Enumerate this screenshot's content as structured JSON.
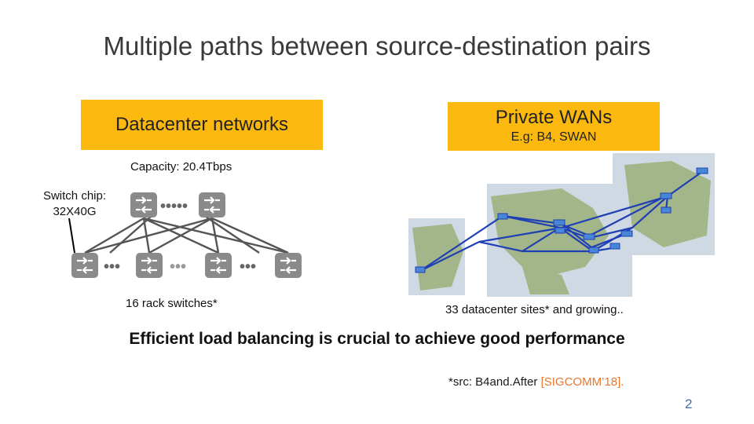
{
  "slide": {
    "title": "Multiple paths between source-destination pairs",
    "headline": "Efficient load balancing is crucial to achieve good performance",
    "page_number": "2"
  },
  "datacenter": {
    "box_label": "Datacenter networks",
    "capacity": "Capacity: 20.4Tbps",
    "switch_chip_line1": "Switch chip:",
    "switch_chip_line2": "32X40G",
    "rack_switches": "16 rack switches*",
    "dots_top": "•••••",
    "dots_bottom": [
      "•••",
      "•••",
      "•••"
    ]
  },
  "wan": {
    "box_label": "Private WANs",
    "box_sub": "E.g: B4, SWAN",
    "sites": "33 datacenter sites* and growing.."
  },
  "source": {
    "prefix": "*src: B4and.After ",
    "link": "[SIGCOMM’18]."
  },
  "colors": {
    "accent_box": "#fbb80f",
    "switch": "#8a8a8a",
    "link_line": "#555555",
    "wan_link": "#1f3fb5",
    "citation": "#e8772e",
    "page_number": "#3f6fa8"
  },
  "icons": [
    "switch-icon",
    "world-map"
  ]
}
